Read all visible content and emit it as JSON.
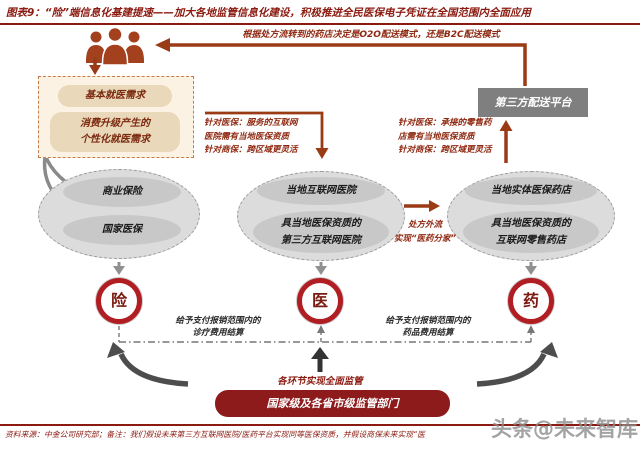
{
  "title": "图表9：“险”端信息化基建提速——加大各地监管信息化建设，积极推进全民医保电子凭证在全国范围内全面应用",
  "top_banner": "根据处方流转到的药店决定是O2O配送模式，还是B2C配送模式",
  "needs_box": {
    "item1": "基本就医需求",
    "item2_line1": "消费升级产生的",
    "item2_line2": "个性化就医需求"
  },
  "insurance_ellipse": {
    "top": "商业保险",
    "bottom": "国家医保"
  },
  "hospital_ellipse": {
    "top": "当地互联网医院",
    "bottom_line1": "具当地医保资质的",
    "bottom_line2": "第三方互联网医院"
  },
  "pharmacy_ellipse": {
    "top": "当地实体医保药店",
    "bottom_line1": "具当地医保资质的",
    "bottom_line2": "互联网零售药店"
  },
  "delivery_box": "第三方配送平台",
  "note_hospital": [
    "针对医保：服务的互联网",
    "医院需有当地医保资质",
    "针对商保：跨区域更灵活"
  ],
  "note_pharmacy": [
    "针对医保：承接的零售药",
    "店需有当地医保资质",
    "针对商保：跨区域更灵活"
  ],
  "prescription_flow": {
    "line1": "处方外流",
    "line2": "实现“医药分家”"
  },
  "circles": {
    "insurance": "险",
    "medical": "医",
    "pharmacy": "药"
  },
  "settlement_left": {
    "line1": "给予支付报销范围内的",
    "line2": "诊疗费用结算"
  },
  "settlement_right": {
    "line1": "给予支付报销范围内的",
    "line2": "药品费用结算"
  },
  "supervision": {
    "label": "各环节实现全面监管",
    "box": "国家级及各省市级监管部门"
  },
  "footer": "资料来源：中金公司研究部；备注：我们假设未来第三方互联网医院/医药平台实现同等医保资质，并假设商保未来实现“医",
  "watermark": "头条@未来智库",
  "colors": {
    "accent_dark_red": "#8B1A10",
    "arrow_red": "#9A3B16",
    "circle_ring_red": "#B01E23",
    "supervision_box_red": "#8E1B1C",
    "delivery_box_gray": "#7F7F7F",
    "ellipse_fill": "#DCDCDC",
    "ellipse_inner_fill": "#C8C8C8",
    "needs_box_bg": "#FCF2E4",
    "needs_pill_bg": "#E9D8B9"
  }
}
